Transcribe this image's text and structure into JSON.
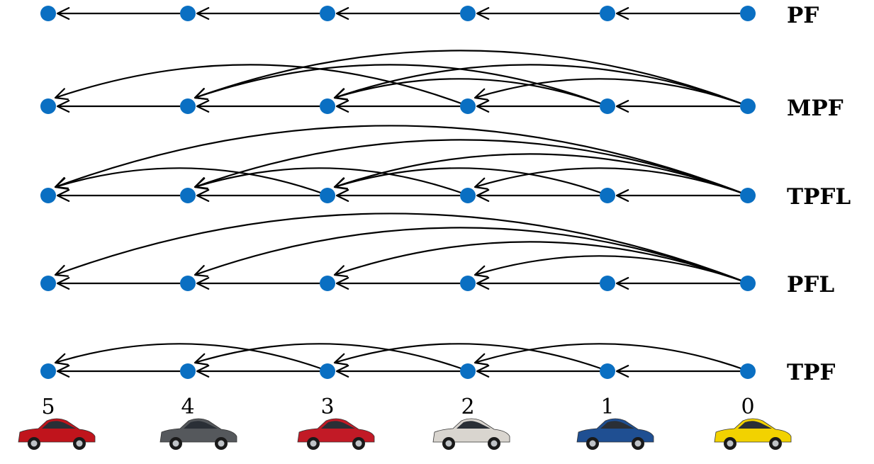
{
  "vehicles": [
    {
      "label": "5",
      "color": "#c0141c"
    },
    {
      "label": "4",
      "color": "#55585c"
    },
    {
      "label": "3",
      "color": "#c21a26"
    },
    {
      "label": "2",
      "color": "#d9d5cf"
    },
    {
      "label": "1",
      "color": "#1f4f92"
    },
    {
      "label": "0",
      "color": "#f2d200"
    }
  ],
  "node_color": "#0a6fc2",
  "topologies": [
    {
      "name": "PF",
      "edges": [
        [
          0,
          1
        ],
        [
          1,
          2
        ],
        [
          2,
          3
        ],
        [
          3,
          4
        ],
        [
          4,
          5
        ]
      ]
    },
    {
      "name": "MPF",
      "edges": [
        [
          0,
          1
        ],
        [
          1,
          2
        ],
        [
          2,
          3
        ],
        [
          3,
          4
        ],
        [
          4,
          5
        ],
        [
          0,
          2
        ],
        [
          0,
          3
        ],
        [
          0,
          4
        ],
        [
          1,
          3
        ],
        [
          1,
          4
        ],
        [
          2,
          5
        ]
      ]
    },
    {
      "name": "TPFL",
      "edges": [
        [
          0,
          1
        ],
        [
          1,
          2
        ],
        [
          2,
          3
        ],
        [
          3,
          4
        ],
        [
          4,
          5
        ],
        [
          0,
          2
        ],
        [
          0,
          3
        ],
        [
          0,
          4
        ],
        [
          0,
          5
        ],
        [
          1,
          3
        ],
        [
          2,
          4
        ],
        [
          3,
          5
        ]
      ]
    },
    {
      "name": "PFL",
      "edges": [
        [
          0,
          1
        ],
        [
          1,
          2
        ],
        [
          2,
          3
        ],
        [
          3,
          4
        ],
        [
          4,
          5
        ],
        [
          0,
          2
        ],
        [
          0,
          3
        ],
        [
          0,
          4
        ],
        [
          0,
          5
        ]
      ]
    },
    {
      "name": "TPF",
      "edges": [
        [
          0,
          1
        ],
        [
          1,
          2
        ],
        [
          2,
          3
        ],
        [
          3,
          4
        ],
        [
          4,
          5
        ],
        [
          0,
          2
        ],
        [
          1,
          3
        ],
        [
          2,
          4
        ],
        [
          3,
          5
        ]
      ]
    }
  ]
}
